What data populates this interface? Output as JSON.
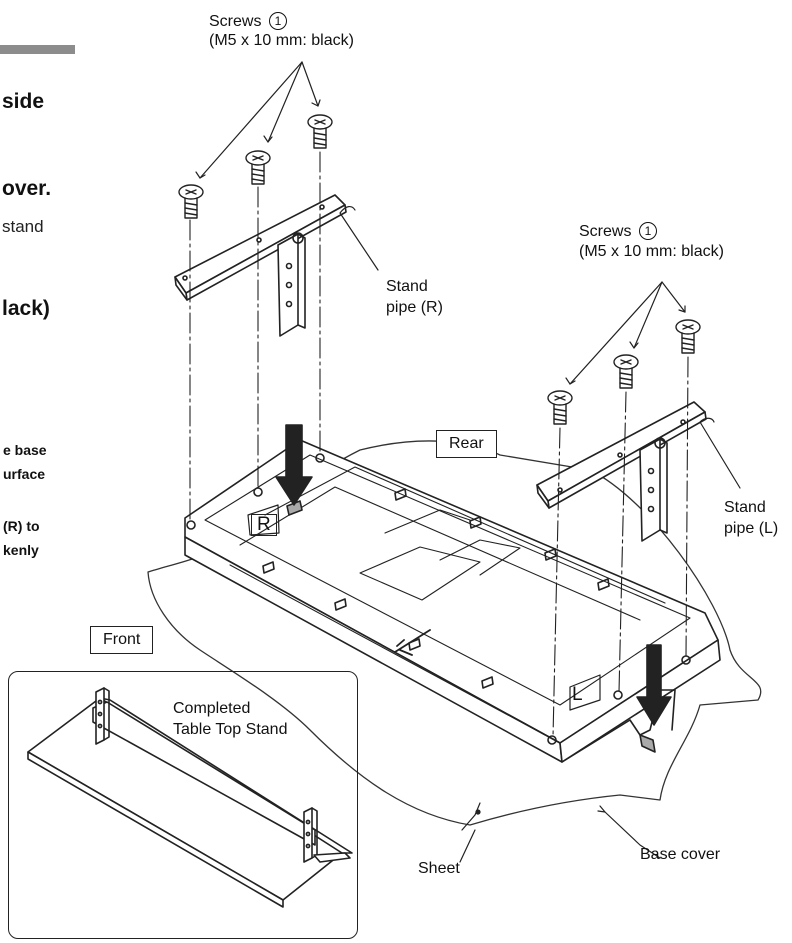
{
  "left_column_fragments": {
    "line1": "side",
    "line2": "over.",
    "line3": "stand",
    "line4": "lack)",
    "note1": "e base",
    "note2": "urface",
    "note3": "(R) to",
    "note4": "kenly"
  },
  "callouts": {
    "screws_top_line1": "Screws",
    "screws_top_number": "1",
    "screws_top_line2": "(M5 x 10 mm: black)",
    "screws_right_line1": "Screws",
    "screws_right_number": "1",
    "screws_right_line2": "(M5 x 10 mm: black)",
    "stand_pipe_r_line1": "Stand",
    "stand_pipe_r_line2": "pipe (R)",
    "stand_pipe_l_line1": "Stand",
    "stand_pipe_l_line2": "pipe (L)",
    "rear": "Rear",
    "front": "Front",
    "sheet": "Sheet",
    "base_cover": "Base cover",
    "completed_line1": "Completed",
    "completed_line2": "Table Top Stand",
    "base_mark_r": "R",
    "base_mark_l": "L"
  }
}
